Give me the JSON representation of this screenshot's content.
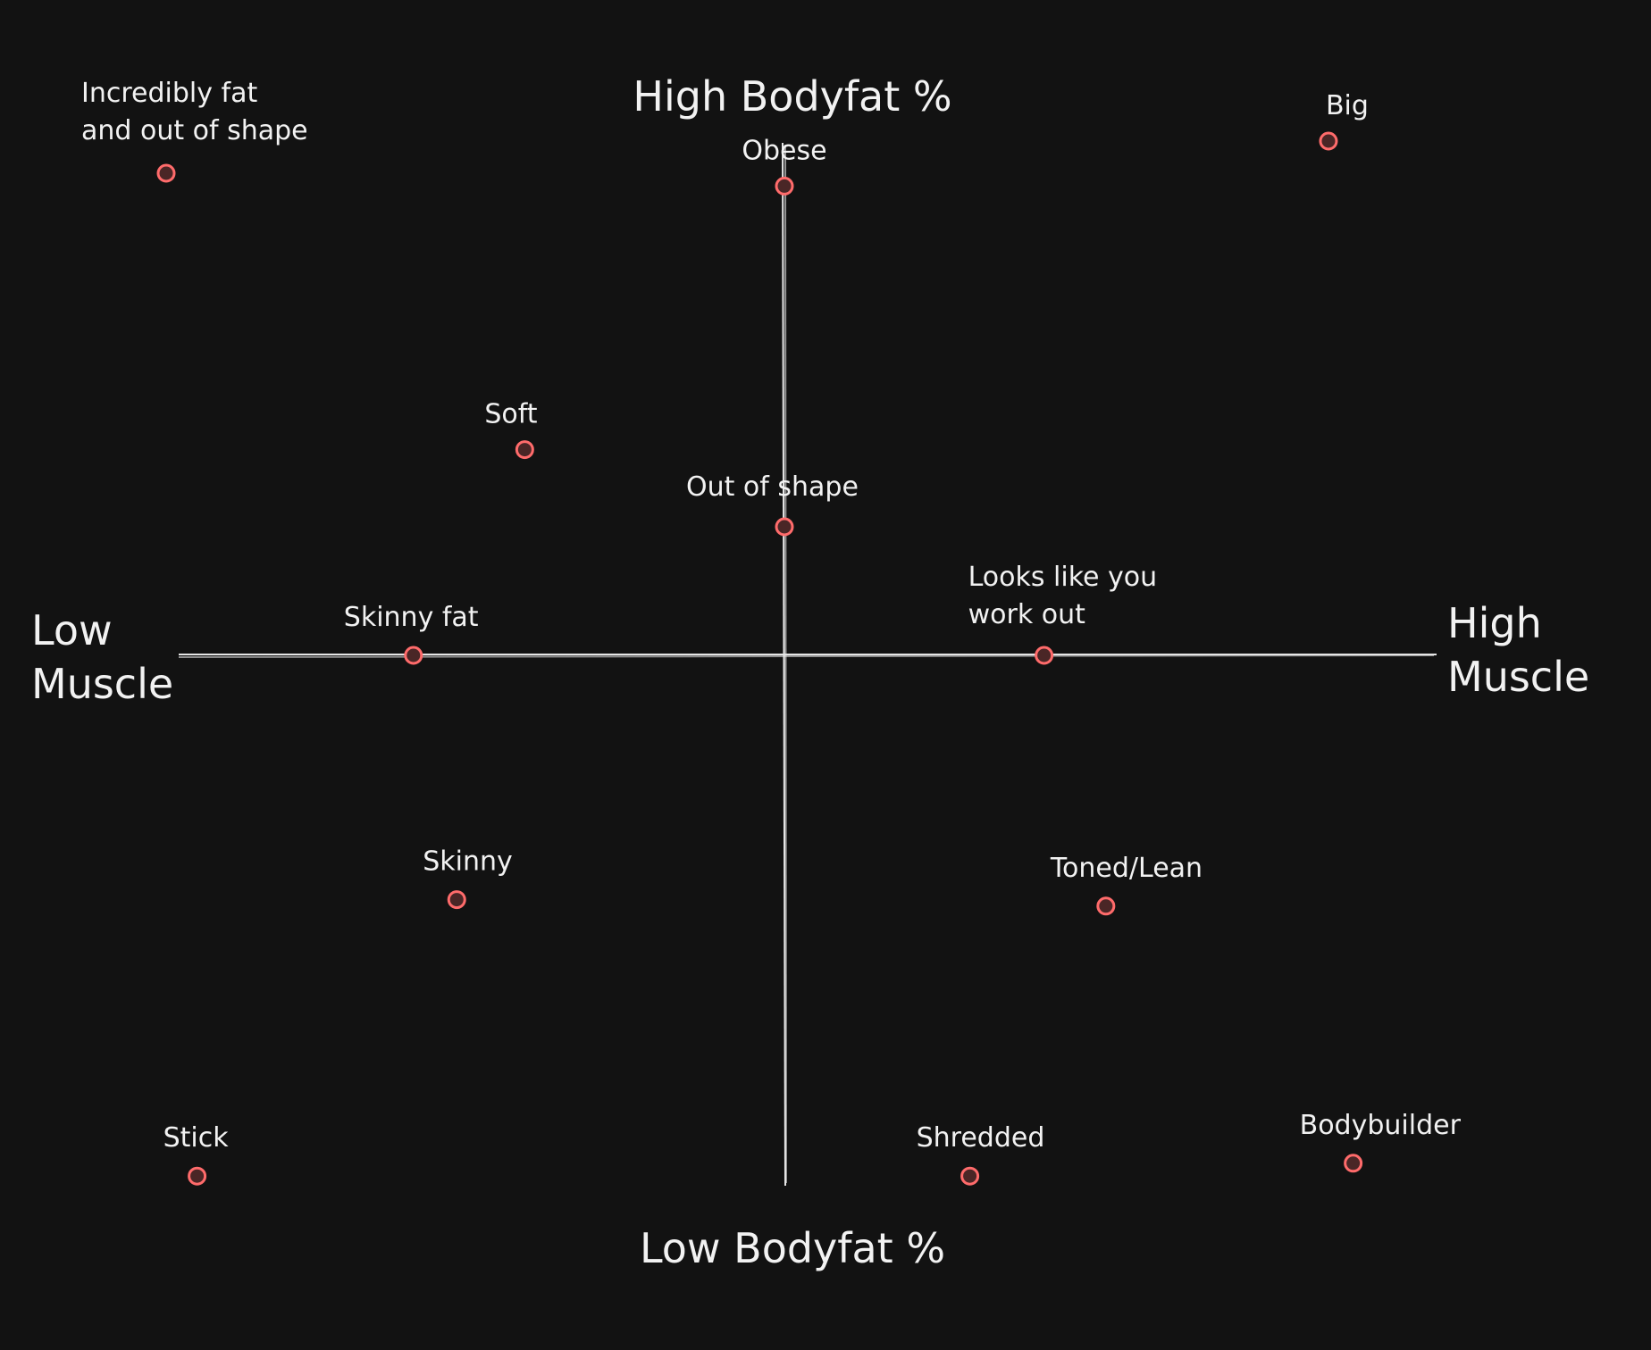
{
  "axes": {
    "top": "High Bodyfat %",
    "bottom": "Low Bodyfat %",
    "left": [
      "Low",
      "Muscle"
    ],
    "right": [
      "High",
      "Muscle"
    ]
  },
  "points": [
    {
      "id": "incredibly-fat",
      "label": [
        "Incredibly fat",
        "and out of shape"
      ],
      "muscle": -1.0,
      "bodyfat": 0.75
    },
    {
      "id": "obese",
      "label": [
        "Obese"
      ],
      "muscle": 0.0,
      "bodyfat": 0.73
    },
    {
      "id": "big",
      "label": [
        "Big"
      ],
      "muscle": 0.88,
      "bodyfat": 0.8
    },
    {
      "id": "soft",
      "label": [
        "Soft"
      ],
      "muscle": -0.42,
      "bodyfat": 0.32
    },
    {
      "id": "out-of-shape",
      "label": [
        "Out of shape"
      ],
      "muscle": 0.0,
      "bodyfat": 0.2
    },
    {
      "id": "skinny-fat",
      "label": [
        "Skinny fat"
      ],
      "muscle": -0.6,
      "bodyfat": 0.0
    },
    {
      "id": "looks-like-you-work-out",
      "label": [
        "Looks like you",
        "work out"
      ],
      "muscle": 0.42,
      "bodyfat": 0.0
    },
    {
      "id": "skinny",
      "label": [
        "Skinny"
      ],
      "muscle": -0.53,
      "bodyfat": -0.38
    },
    {
      "id": "toned-lean",
      "label": [
        "Toned/Lean"
      ],
      "muscle": 0.52,
      "bodyfat": -0.39
    },
    {
      "id": "stick",
      "label": [
        "Stick"
      ],
      "muscle": -0.95,
      "bodyfat": -0.81
    },
    {
      "id": "shredded",
      "label": [
        "Shredded"
      ],
      "muscle": 0.3,
      "bodyfat": -0.81
    },
    {
      "id": "bodybuilder",
      "label": [
        "Bodybuilder"
      ],
      "muscle": 0.92,
      "bodyfat": -0.79
    }
  ],
  "colors": {
    "background": "#121212",
    "text": "#f2f2f2",
    "axis": "#e6e6e6",
    "point_stroke": "#ff6b6b",
    "point_fill": "#4a2626"
  }
}
